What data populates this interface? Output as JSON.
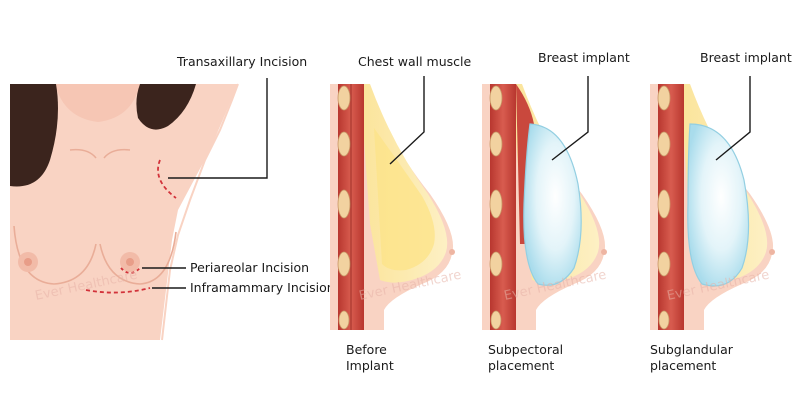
{
  "labels": {
    "transaxillary": "Transaxillary Incision",
    "periareolar": "Periareolar Incision",
    "inframammary": "Inframammary Incision",
    "chest_wall": "Chest wall muscle",
    "implant_1": "Breast implant",
    "implant_2": "Breast implant"
  },
  "captions": {
    "before": [
      "Before",
      "Implant"
    ],
    "subpectoral": [
      "Subpectoral",
      "placement"
    ],
    "subglandular": [
      "Subglandular",
      "placement"
    ]
  },
  "watermark": "Ever Healthcare",
  "colors": {
    "skin": "#f9d3c3",
    "skin_dark": "#eeb5a2",
    "hair": "#3b241d",
    "muscle": "#c9483d",
    "muscle_dark": "#9e3028",
    "fat": "#fce9a8",
    "implant": "#bfe6f2",
    "incision": "#d2323a"
  }
}
